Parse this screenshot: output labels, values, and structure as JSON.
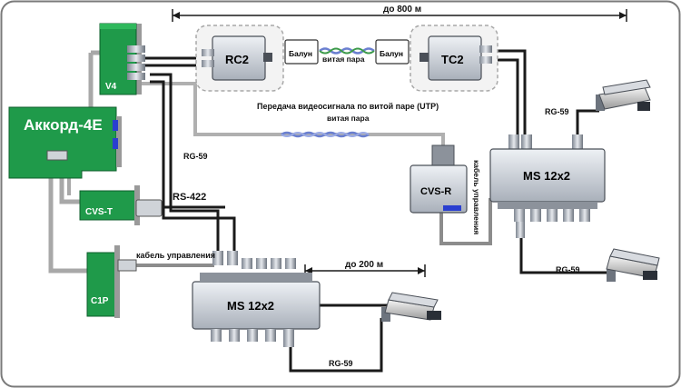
{
  "distance_top": "до  800 м",
  "distance_mid": "до  200 м",
  "cards": {
    "v4": "V4",
    "main": "Аккорд-4Е",
    "cvs_t": "CVS-T",
    "c1p": "C1P"
  },
  "devices": {
    "rc2": "RC2",
    "tc2": "TC2",
    "balun_left": "Балун",
    "balun_right": "Балун",
    "cvs_r": "CVS-R",
    "ms_right": "MS 12x2",
    "ms_bottom": "MS 12x2"
  },
  "labels": {
    "twisted_pair_top": "витая пара",
    "utp_caption": "Передача видеосигнала по витой паре (UTP)",
    "twisted_pair_mid": "витая пара",
    "rg59_left": "RG-59",
    "rs422": "RS-422",
    "control_cable_left": "кабель управления",
    "control_cable_right": "кабель управления",
    "rg59_right_top": "RG-59",
    "rg59_right_bottom": "RG-59",
    "rg59_bottom": "RG-59"
  },
  "colors": {
    "card_green": "#1f9a4a",
    "cable_gray": "#a8a8a8",
    "cable_dark": "#1a1a1a",
    "twisted_blue": "#6a7fd0",
    "device_gray": "#c9ced6"
  }
}
